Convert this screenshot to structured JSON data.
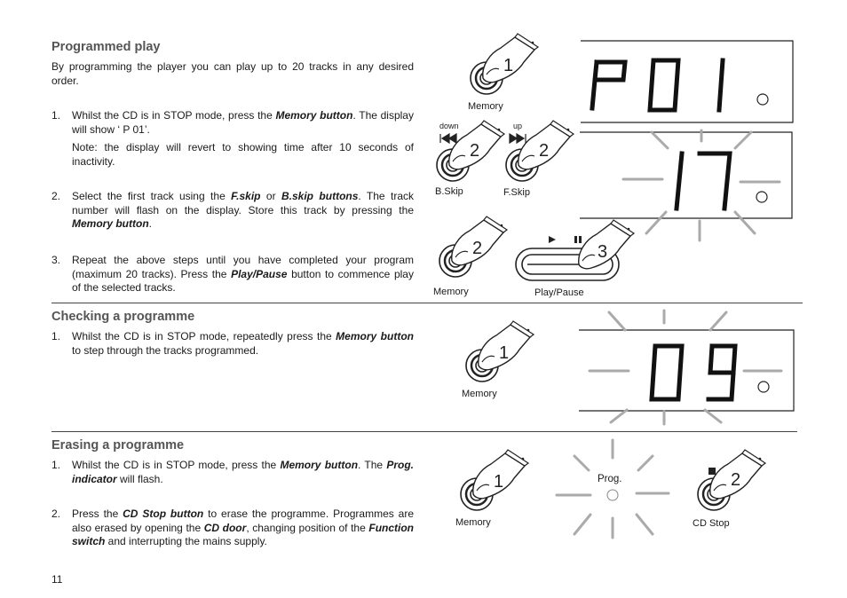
{
  "sections": {
    "programmed": {
      "heading": "Programmed play",
      "intro": "By programming the player you can play up to 20 tracks in any desired order.",
      "step1": {
        "num": "1.",
        "pre": "Whilst the CD is in STOP mode, press the ",
        "em": "Memory button",
        "post": ". The display will show ‘ P  01’.",
        "note": "Note: the display will revert to showing time after 10 seconds of inactivity."
      },
      "step2": {
        "num": "2.",
        "pre": "Select the first track using the ",
        "em1": "F.skip",
        "mid": " or ",
        "em2": "B.skip buttons",
        "post": ". The track number will flash on the display. Store this track by pressing the ",
        "em3": "Memory  button",
        "end": "."
      },
      "step3": {
        "num": "3.",
        "pre": "Repeat the above steps until you have completed your program (maximum 20 tracks). Press the ",
        "em": "Play/Pause",
        "post": " button to commence play of the selected tracks."
      }
    },
    "checking": {
      "heading": "Checking a programme",
      "step1": {
        "num": "1.",
        "pre": "Whilst the CD is in STOP mode, repeatedly press the ",
        "em": "Memory button",
        "post": " to step through the tracks programmed."
      }
    },
    "erasing": {
      "heading": "Erasing a programme",
      "step1": {
        "num": "1.",
        "pre": "Whilst the CD is in STOP mode, press the ",
        "em": "Memory button",
        "mid": ". The ",
        "em2": "Prog.  indicator",
        "post": "  will  flash."
      },
      "step2": {
        "num": "2.",
        "pre": "Press the ",
        "em": "CD Stop button",
        "mid": " to erase the programme. Programmes are also erased by opening the ",
        "em2": "CD door",
        "mid2": ", changing position of the ",
        "em3": "Function switch",
        "post": " and interrupting the mains supply."
      }
    }
  },
  "illustrations": {
    "memory_label": "Memory",
    "bskip_label": "B.Skip",
    "fskip_label": "F.Skip",
    "down_label": "down",
    "up_label": "up",
    "playpause_label": "Play/Pause",
    "cdstop_label": "CD Stop",
    "prog_label": "Prog.",
    "display1": "P 01",
    "display2": "17",
    "display3": "09",
    "finger_nums": {
      "mem1": "1",
      "bskip": "2",
      "fskip": "2",
      "mem2": "2",
      "play": "3",
      "check": "1",
      "erase_mem": "1",
      "erase_stop": "2"
    }
  },
  "page_number": "11"
}
